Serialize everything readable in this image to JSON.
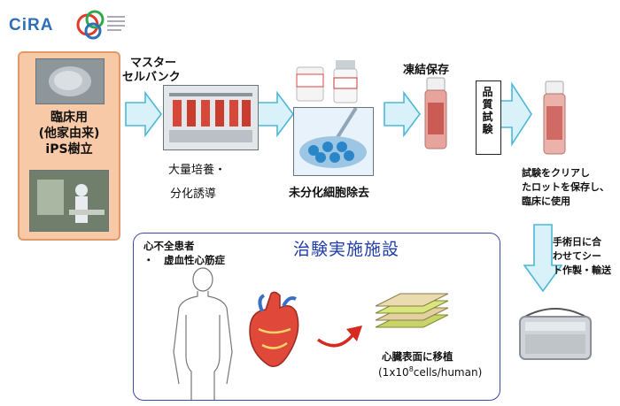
{
  "header": {
    "brand": "CiRA"
  },
  "left": {
    "line1": "臨床用",
    "line2": "(他家由来)",
    "line3": "iPS樹立"
  },
  "master_cell_bank": {
    "line1": "マスター",
    "line2": "セルバンク"
  },
  "culture": {
    "line1": "大量培養・",
    "line2": "分化誘導"
  },
  "removal": {
    "label": "未分化細胞除去"
  },
  "freeze": {
    "label": "凍結保存"
  },
  "quality_test": {
    "chars": [
      "品",
      "質",
      "試",
      "験"
    ]
  },
  "release": {
    "line1": "試験をクリアし",
    "line2": "たロットを保存し、",
    "line3": "臨床に使用"
  },
  "transport": {
    "line1": "手術日に合",
    "line2": "わせてシー",
    "line3": "ト作製・輸送"
  },
  "trial_site": {
    "title": "治験実施施設",
    "patient_line1": "心不全患者",
    "patient_line2": "・　虚血性心筋症",
    "transplant_label": "心臓表面に移植",
    "dose_prefix": "(1x10",
    "dose_exponent": "8",
    "dose_suffix": "cells/human)"
  },
  "colors": {
    "arrow_fill": "#d9f1f8",
    "arrow_stroke": "#4cb8d6",
    "panel_fill": "#f8c9a6",
    "trial_border": "#3a4aa8",
    "trial_title": "#1f3da8",
    "brand": "#2d6fb8"
  }
}
